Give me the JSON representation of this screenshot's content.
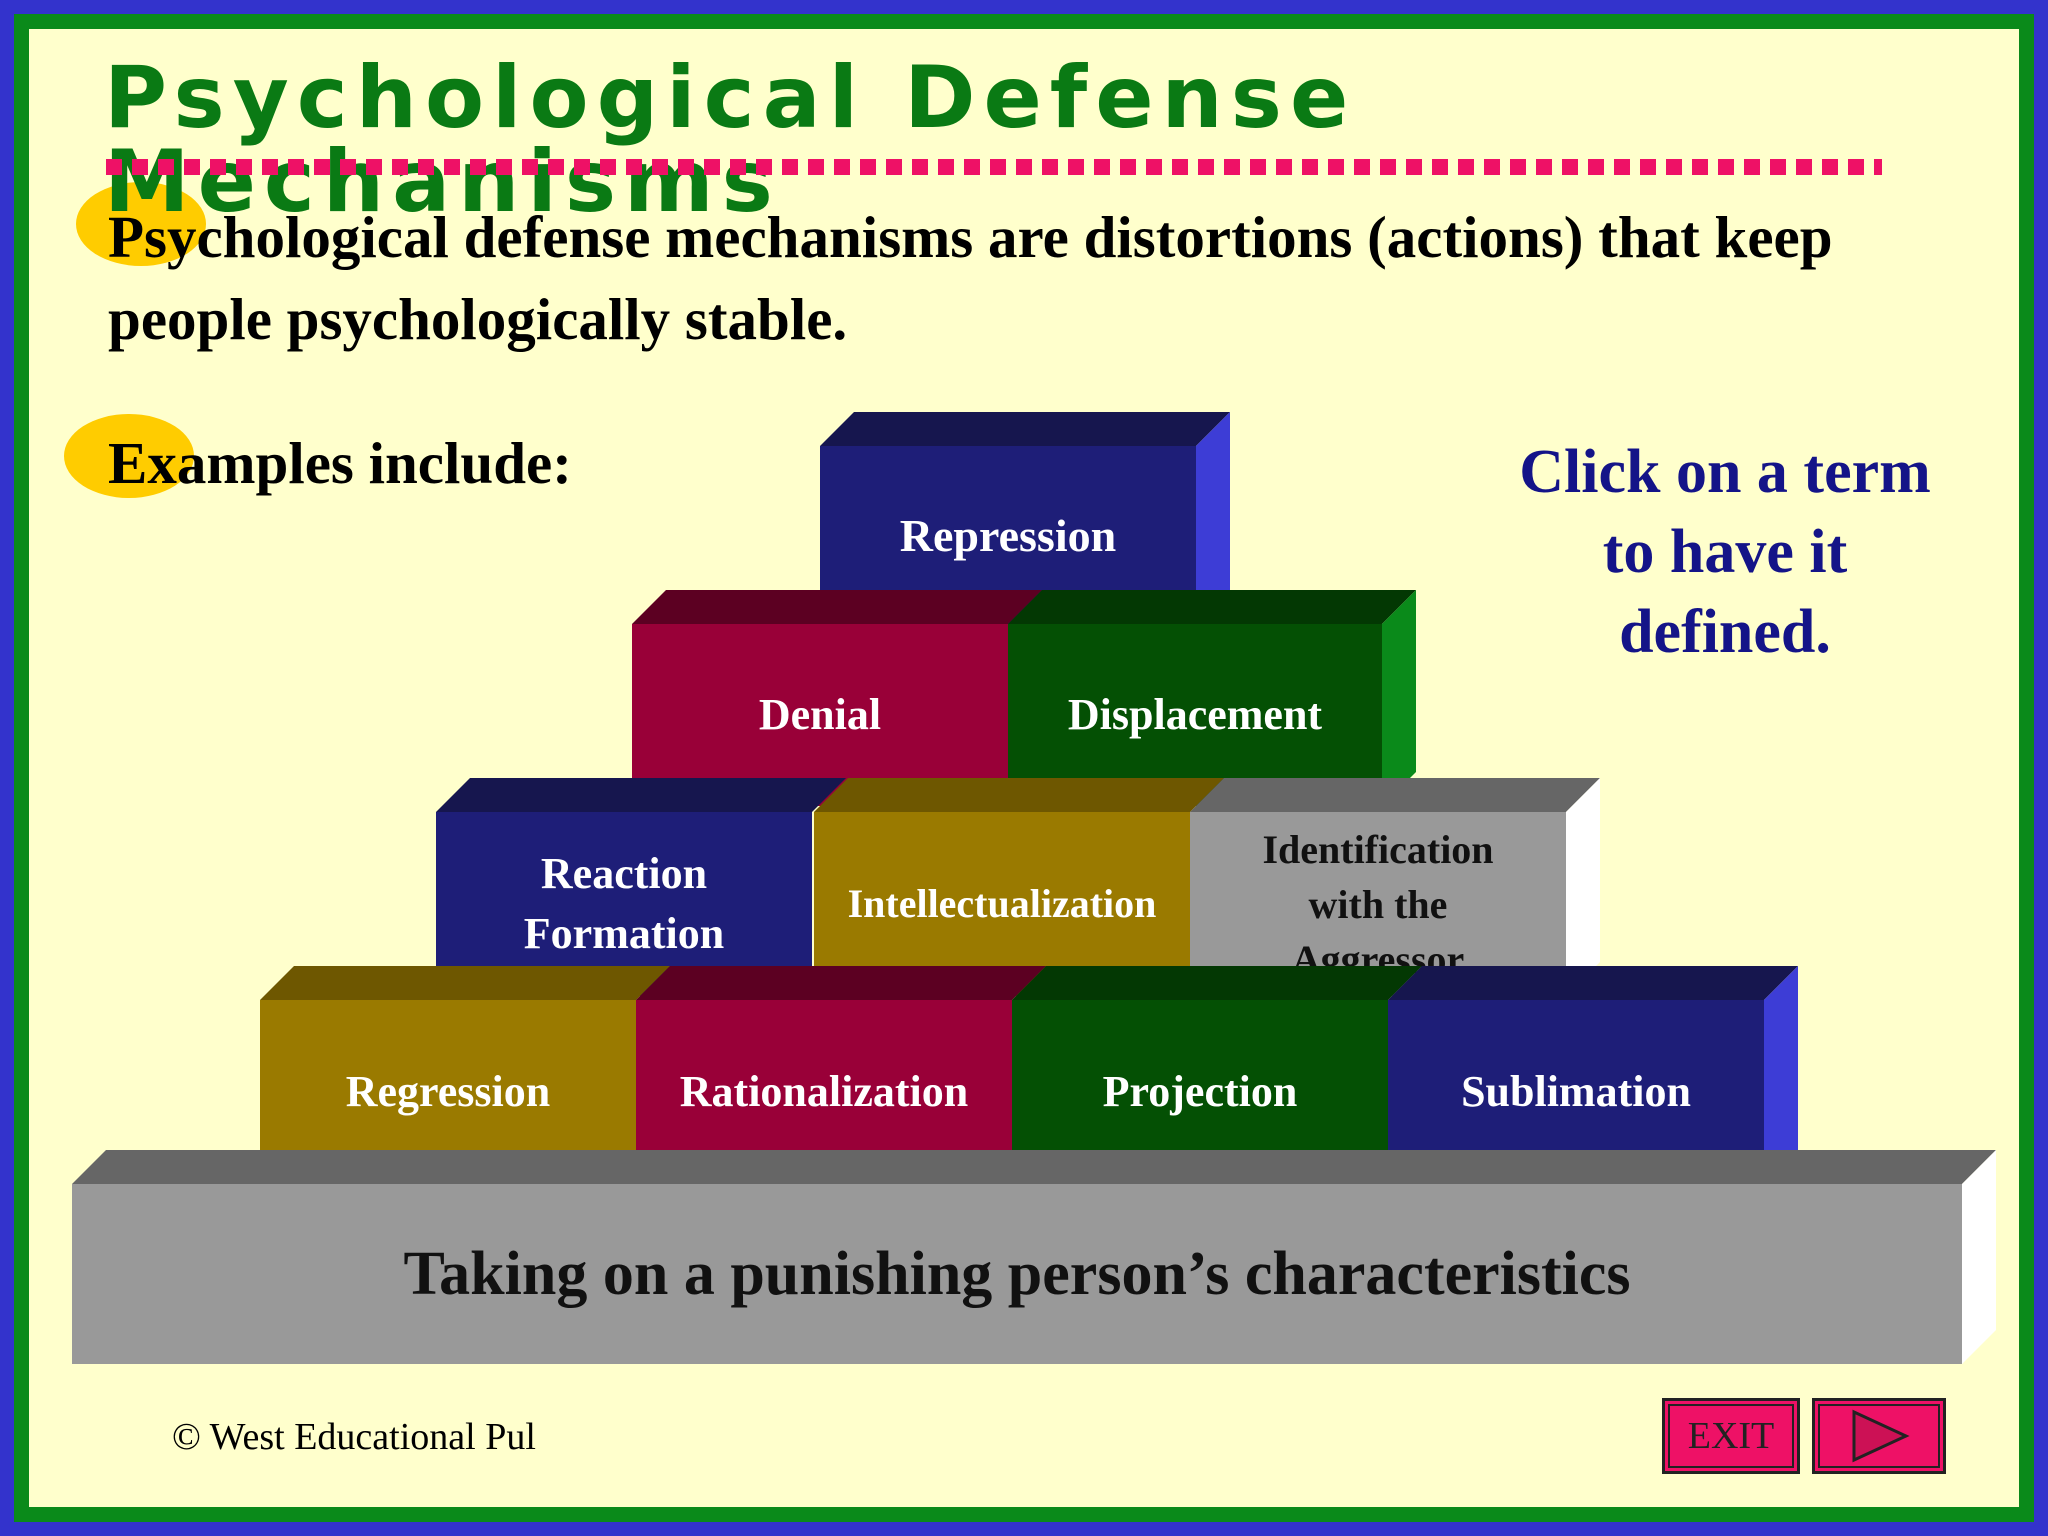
{
  "slide": {
    "title_line1": "Psychological Defense",
    "title_line2": "Mechanisms",
    "intro": "Psychological defense mechanisms are distortions (actions) that keep people psychologically stable.",
    "examples_label": "Examples include:",
    "hint": "Click on a term to have it defined."
  },
  "colors": {
    "background_border": "#3333cc",
    "green_border": "#0a8a1a",
    "slide_bg": "#ffffcc",
    "title": "#0a7a14",
    "dots": "#ee1166",
    "bullet": "#ffcc00",
    "hint": "#141488",
    "navy": "#1e1e78",
    "crimson": "#990038",
    "green": "#045004",
    "olive": "#9a7a00",
    "gray": "#999999"
  },
  "pyramid": {
    "row1": [
      {
        "label": "Repression"
      }
    ],
    "row2": [
      {
        "label": "Denial"
      },
      {
        "label": "Displacement"
      }
    ],
    "row3": [
      {
        "label": "Reaction Formation"
      },
      {
        "label": "Intellectualization"
      },
      {
        "label": "Identification with the Aggressor"
      }
    ],
    "row4": [
      {
        "label": "Regression"
      },
      {
        "label": "Rationalization"
      },
      {
        "label": "Projection"
      },
      {
        "label": "Sublimation"
      }
    ],
    "base": {
      "label": "Taking on a punishing person’s characteristics"
    }
  },
  "footer": {
    "copyright": "© West Educational Pul",
    "exit_label": "EXIT",
    "next_icon": "play-triangle-icon"
  }
}
